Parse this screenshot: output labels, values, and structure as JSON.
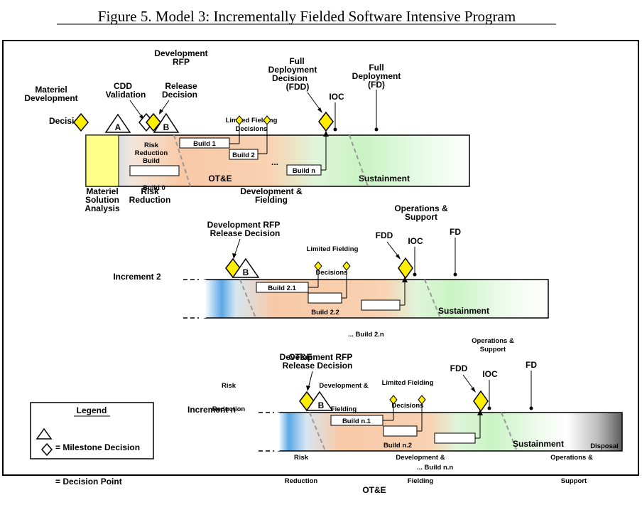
{
  "caption": "Figure 5.  Model 3: Incrementally Fielded Software Intensive Program",
  "increment1": {
    "materiel_development": [
      "Materiel",
      "Development"
    ],
    "decision": "Decision",
    "cdd_validation": [
      "CDD",
      "Validation"
    ],
    "development_rfp": [
      "Development",
      "RFP"
    ],
    "release_decision": [
      "Release",
      "Decision"
    ],
    "milestone_a": "A",
    "milestone_b": "B",
    "limited_fielding_decisions": [
      "Limited Fielding",
      "Decisions"
    ],
    "fdd_label": [
      "Full",
      "Deployment",
      "Decision",
      "(FDD)"
    ],
    "ioc": "IOC",
    "fd_label": [
      "Full",
      "Deployment",
      "(FD)"
    ],
    "build1": "Build 1",
    "build2": "Build 2",
    "buildn": "Build n",
    "ellipsis": "...",
    "risk_reduction_build": [
      "Risk",
      "Reduction",
      "Build"
    ],
    "build0": "Build 0",
    "ote": "OT&E",
    "sustainment": "Sustainment",
    "materiel_solution_analysis": [
      "Materiel",
      "Solution",
      "Analysis"
    ],
    "risk_reduction": [
      "Risk",
      "Reduction"
    ],
    "development_fielding": [
      "Development &",
      "Fielding"
    ]
  },
  "increment2": {
    "ops_support": [
      "Operations &",
      "Support"
    ],
    "dev_rfp_release": [
      "Development RFP",
      "Release Decision"
    ],
    "limited_fielding": "Limited Fielding",
    "decisions": "Decisions",
    "fdd": "FDD",
    "ioc": "IOC",
    "fd": "FD",
    "increment_label": "Increment 2",
    "milestone_b": "B",
    "build21": "Build 2.1",
    "build22": "Build 2.2",
    "build2n": "... Build 2.n",
    "sustainment": "Sustainment"
  },
  "incrementN": {
    "ops_support": [
      "Operations &",
      "Support"
    ],
    "dev_rfp_release": [
      "Development RFP",
      "Release Decision"
    ],
    "ote_overlap": "OT&E",
    "development_overlap": "Development &",
    "fielding_overlap": "Fielding",
    "limited_fielding": "Limited Fielding",
    "decisions": "Decisions",
    "fdd": "FDD",
    "ioc": "IOC",
    "fd": "FD",
    "risk": "Risk",
    "reduction": "Reduction",
    "increment_label": "Increment n",
    "milestone_b": "B",
    "buildn1": "Build n.1",
    "buildn2": "Build n.2",
    "buildnn": "... Build n.n",
    "sustainment": "Sustainment",
    "disposal": "Disposal",
    "bottom_risk": "Risk",
    "bottom_reduction": "Reduction",
    "bottom_dev": "Development &",
    "bottom_fielding": "Fielding",
    "bottom_ote": "OT&E",
    "bottom_ops": "Operations &",
    "bottom_support": "Support"
  },
  "legend": {
    "title": "Legend",
    "milestone_decision": "= Milestone Decision",
    "decision_point": "= Decision Point"
  },
  "colors": {
    "milestone_yellow": "#ffff66",
    "decision_yellow": "#ffee00",
    "msa_yellow": "#ffff88",
    "risk_blue": "#5aa8e6",
    "dev_peach": "#f8c9a6",
    "sustain_green": "#c9f3c3",
    "disposal_gray": "#6d6d6d"
  }
}
